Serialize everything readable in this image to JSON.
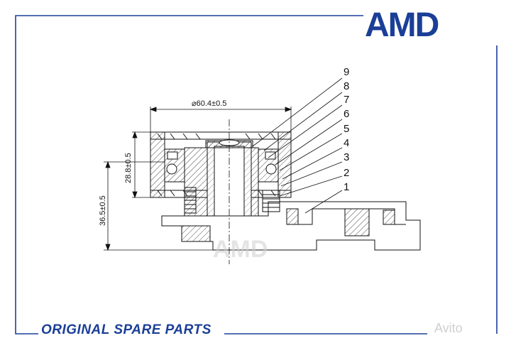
{
  "brand": {
    "logo_text": "AMD",
    "footer_text": "ORIGINAL SPARE PARTS",
    "watermark_text": "Avito"
  },
  "colors": {
    "brand_blue": "#1b3f97",
    "line": "#111111",
    "watermark": "#cfcfcf"
  },
  "dimensions": {
    "diameter": "⌀60.4±0.5",
    "height_inner": "28.8±0.5",
    "height_outer": "36.5±0.5"
  },
  "callouts": [
    "9",
    "8",
    "7",
    "6",
    "5",
    "4",
    "3",
    "2",
    "1"
  ]
}
